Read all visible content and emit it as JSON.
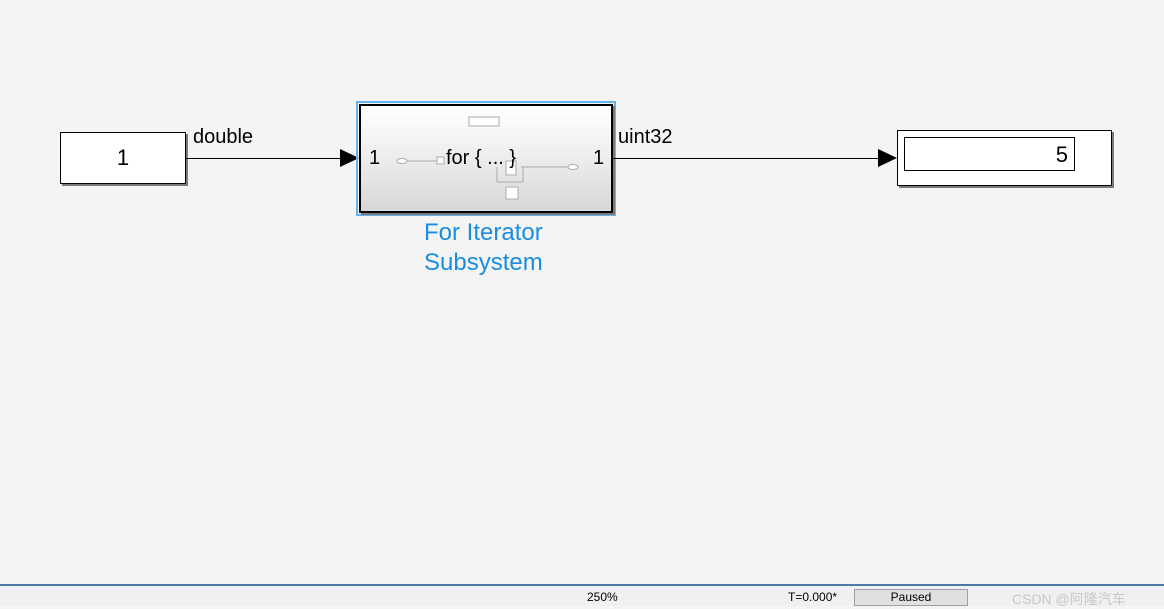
{
  "constant_block": {
    "value": "1"
  },
  "signals": {
    "input_type": "double",
    "output_type": "uint32"
  },
  "subsystem": {
    "in_port": "1",
    "out_port": "1",
    "icon_text": "for { ... }",
    "name_line1": "For Iterator",
    "name_line2": "Subsystem"
  },
  "display_block": {
    "value": "5"
  },
  "status_bar": {
    "zoom": "250%",
    "time": "T=0.000*",
    "state": "Paused"
  },
  "watermark": "CSDN @阿隆汽车",
  "colors": {
    "selection": "#63b3f1",
    "caption": "#1a8de0",
    "status_border": "#4e7aa8"
  }
}
